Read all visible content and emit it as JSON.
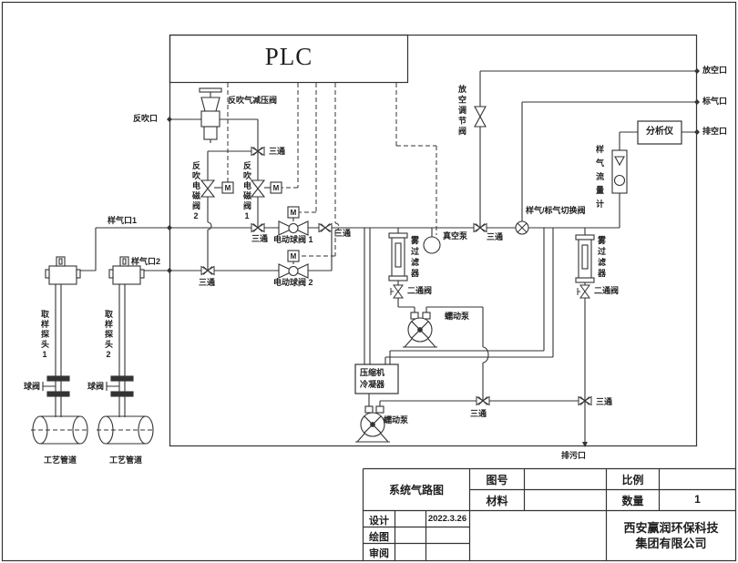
{
  "plc": "PLC",
  "ports": {
    "backflush": "反吹口",
    "sample1": "样气口1",
    "sample2": "样气口2",
    "vent": "放空口",
    "standard": "标气口",
    "exhaust": "排空口",
    "drain": "排污口"
  },
  "valves": {
    "reducer": "反吹气减压阀",
    "tee": "三通",
    "backflush_solenoid_2": "反吹电磁阀2",
    "backflush_solenoid_1": "反吹电磁阀1",
    "motor_ball_1": "电动球阀 1",
    "motor_ball_2": "电动球阀 2",
    "vent_regulator": "放空调节阀",
    "switch": "样气/标气切换阀",
    "two_way": "二通阀",
    "ball": "球阀",
    "motor_mark": "M"
  },
  "equipment": {
    "vacuum_pump": "真空泵",
    "mist_filter": "雾过滤器",
    "peristaltic_pump": "蠕动泵",
    "compressor_line1": "压缩机",
    "compressor_line2": "冷凝器",
    "flow_meter": "样气流量计",
    "analyzer": "分析仪",
    "probe1": "取样探头1",
    "probe2": "取样探头2",
    "process_pipe": "工艺管道"
  },
  "title_block": {
    "title": "系统气路图",
    "drawing_no_label": "图号",
    "material_label": "材料",
    "scale_label": "比例",
    "qty_label": "数量",
    "qty_value": "1",
    "design_label": "设计",
    "design_date": "2022.3.26",
    "draft_label": "绘图",
    "review_label": "审阅",
    "company_line1": "西安赢润环保科技",
    "company_line2": "集团有限公司"
  }
}
